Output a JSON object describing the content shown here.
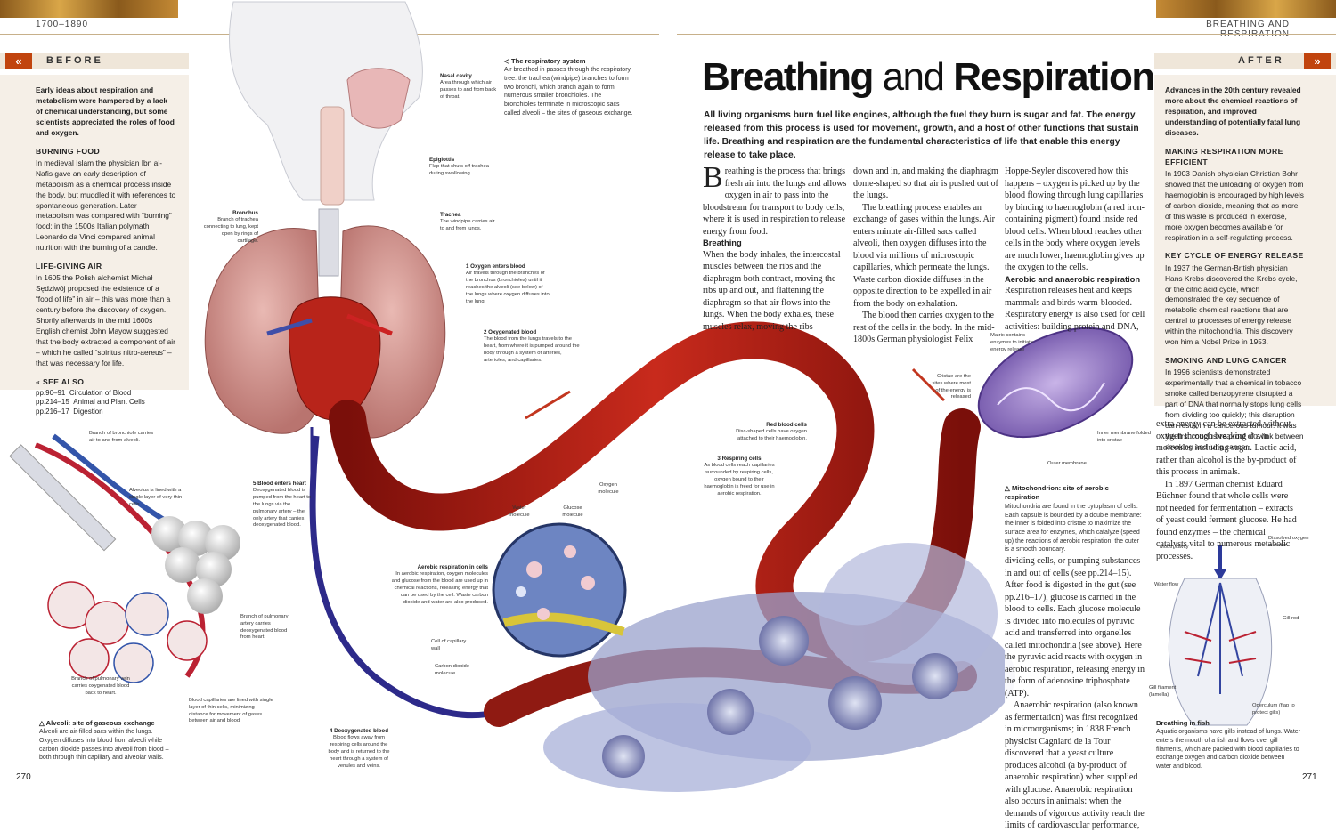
{
  "header": {
    "left_period": "1700–1890",
    "right_section": "BREATHING AND RESPIRATION"
  },
  "before": {
    "label": "BEFORE",
    "intro": "Early ideas about respiration and metabolism were hampered by a lack of chemical understanding, but some scientists appreciated the roles of food and oxygen.",
    "s1_heading": "BURNING FOOD",
    "s1_text": "In medieval Islam the physician Ibn al-Nafis gave an early description of metabolism as a chemical process inside the body, but muddled it with references to spontaneous generation. Later metabolism was compared with “burning” food: in the 1500s Italian polymath Leonardo da Vinci compared animal nutrition with the burning of a candle.",
    "s2_heading": "LIFE-GIVING AIR",
    "s2_text": "In 1605 the Polish alchemist Michał Sędziwój proposed the existence of a “food of life” in air – this was more than a century before the discovery of oxygen. Shortly afterwards in the mid 1600s English chemist John Mayow suggested that the body extracted a component of air – which he called “spiritus nitro-aereus” – that was necessary for life.",
    "see_also_heading": "SEE ALSO",
    "see_also": [
      {
        "pages": "pp.90–91",
        "title": "Circulation of Blood"
      },
      {
        "pages": "pp.214–15",
        "title": "Animal and Plant Cells"
      },
      {
        "pages": "pp.216–17",
        "title": "Digestion"
      }
    ]
  },
  "after": {
    "label": "AFTER",
    "intro": "Advances in the 20th century revealed more about the chemical reactions of respiration, and improved understanding of potentially fatal lung diseases.",
    "s1_heading": "MAKING RESPIRATION MORE EFFICIENT",
    "s1_text": "In 1903 Danish physician Christian Bohr showed that the unloading of oxygen from haemoglobin is encouraged by high levels of carbon dioxide, meaning that as more of this waste is produced in exercise, more oxygen becomes available for respiration in a self-regulating process.",
    "s2_heading": "KEY CYCLE OF ENERGY RELEASE",
    "s2_text": "In 1937 the German-British physician Hans Krebs discovered the Krebs cycle, or the citric acid cycle, which demonstrated the key sequence of metabolic chemical reactions that are central to processes of energy release within the mitochondria. This discovery won him a Nobel Prize in 1953.",
    "s3_heading": "SMOKING AND LUNG CANCER",
    "s3_text": "In 1996 scientists demonstrated experimentally that a chemical in tobacco smoke called benzopyrene disrupted a part of DNA that normally stops lung cells from dividing too quickly; this disruption can result in a cancerous tumour. It was the first conclusive proof of a link between smoking and lung cancer."
  },
  "article": {
    "title_a": "Breathing",
    "title_and": " and ",
    "title_b": "Respiration",
    "lead": "All living organisms burn fuel like engines, although the fuel they burn is sugar and fat. The energy released from this process is used for movement, growth, and a host of other functions that sustain life. Breathing and respiration are the fundamental characteristics of life that enable this energy release to take place.",
    "dropcap": "B",
    "col1_p1": "reathing is the process that brings fresh air into the lungs and allows oxygen in air to pass into the bloodstream for transport to body cells, where it is used in respiration to release energy from food.",
    "col1_sub": "Breathing",
    "col1_p2": "When the body inhales, the intercostal muscles between the ribs and the diaphragm both contract, moving the ribs up and out, and flattening the diaphragm so that air flows into the lungs. When the body exhales, these muscles relax, moving the ribs",
    "col2_p1": "down and in, and making the diaphragm dome-shaped so that air is pushed out of the lungs.",
    "col2_p2": "The breathing process enables an exchange of gases within the lungs. Air enters minute air-filled sacs called alveoli, then oxygen diffuses into the blood via millions of microscopic capillaries, which permeate the lungs. Waste carbon dioxide diffuses in the opposite direction to be expelled in air from the body on exhalation.",
    "col2_p3": "The blood then carries oxygen to the rest of the cells in the body. In the mid-1800s German physiologist Felix",
    "col3_p1": "Hoppe-Seyler discovered how this happens – oxygen is picked up by the blood flowing through lung capillaries by binding to haemoglobin (a red iron-containing pigment) found inside red blood cells. When blood reaches other cells in the body where oxygen levels are much lower, haemoglobin gives up the oxygen to the cells.",
    "col3_sub": "Aerobic and anaerobic respiration",
    "col3_p2": "Respiration releases heat and keeps mammals and birds warm-blooded. Respiratory energy is also used for cell activities: building protein and DNA,",
    "col4_p1": "dividing cells, or pumping substances in and out of cells (see pp.214–15). After food is digested in the gut (see pp.216–17), glucose is carried in the blood to cells. Each glucose molecule is divided into molecules of pyruvic acid and transferred into organelles called mitochondria (see above). Here the pyruvic acid reacts with oxygen in aerobic respiration, releasing energy in the form of adenosine triphosphate (ATP).",
    "col4_p2": "Anaerobic respiration (also known as fermentation) was first recognized in microorganisms; in 1838 French physicist Cagniard de la Tour discovered that a yeast culture produces alcohol (a by-product of anaerobic respiration) when supplied with glucose. Anaerobic respiration also occurs in animals: when the demands of vigorous activity reach the limits of cardiovascular performance,",
    "col5_p1": "extra energy can be extracted without oxygen through breaking down molecules including sugar. Lactic acid, rather than alcohol is the by-product of this process in animals.",
    "col5_p2": "In 1897 German chemist Eduard Büchner found that whole cells were not needed for fermentation – extracts of yeast could ferment glucose. He had found enzymes – the chemical catalysts vital to numerous metabolic processes."
  },
  "captions": {
    "resp_title": "◁ The respiratory system",
    "resp_text": "Air breathed in passes through the respiratory tree: the trachea (windpipe) branches to form two bronchi, which branch again to form numerous smaller bronchioles. The bronchioles terminate in microscopic sacs called alveoli – the sites of gaseous exchange.",
    "nasal_title": "Nasal cavity",
    "nasal_text": "Area through which air passes to and from back of throat.",
    "epi_title": "Epiglottis",
    "epi_text": "Flap that shuts off trachea during swallowing.",
    "trachea_title": "Trachea",
    "trachea_text": "The windpipe carries air to and from lungs.",
    "bronchus_title": "Bronchus",
    "bronchus_text": "Branch of trachea connecting to lung, kept open by rings of cartilage.",
    "oxy_title": "1 Oxygen enters blood",
    "oxy_text": "Air travels through the branches of the bronchus (bronchioles) until it reaches the alveoli (see below) of the lungs where oxygen diffuses into the lung.",
    "oxyblood_title": "2 Oxygenated blood",
    "oxyblood_text": "The blood from the lungs travels to the heart, from where it is pumped around the body through a system of arteries, arterioles, and capillaries.",
    "rbc_title": "Red blood cells",
    "rbc_text": "Disc-shaped cells have oxygen attached to their haemoglobin.",
    "respiring_title": "3 Respiring cells",
    "respiring_text": "As blood cells reach capillaries surrounded by respiring cells, oxygen bound to their haemoglobin is freed for use in aerobic respiration.",
    "heart_title": "5 Blood enters heart",
    "heart_text": "Deoxygenated blood is pumped from the heart to the lungs via the pulmonary artery – the only artery that carries deoxygenated blood.",
    "bronchiole_text": "Branch of bronchiole carries air to and from alveoli.",
    "alveolus_text": "Alveolus is lined with a single layer of very thin cells.",
    "artery_text": "Branch of pulmonary artery carries deoxygenated blood from heart.",
    "vein_text": "Branch of pulmonary vein carries oxygenated blood back to heart.",
    "capillaries_text": "Blood capillaries are lined with single layer of thin cells, minimizing distance for movement of gases between air and blood",
    "alveoli_title": "△ Alveoli: site of gaseous exchange",
    "alveoli_text": "Alveoli are air-filled sacs within the lungs. Oxygen diffuses into blood from alveoli while carbon dioxide passes into alveoli from blood – both through thin capillary and alveolar walls.",
    "water_text": "Water molecule",
    "glucose_text": "Glucose molecule",
    "oxygen_text": "Oxygen molecule",
    "aerobic_title": "Aerobic respiration in cells",
    "aerobic_text": "In aerobic respiration, oxygen molecules and glucose from the blood are used up in chemical reactions, releasing energy that can be used by the cell. Waste carbon dioxide and water are also produced.",
    "cellwall_text": "Cell of capillary wall",
    "co2_text": "Carbon dioxide molecule",
    "deoxy_title": "4 Deoxygenated blood",
    "deoxy_text": "Blood flows away from respiring cells around the body and is returned to the heart through a system of venules and veins.",
    "matrix_text": "Matrix contains enzymes to initiate energy release",
    "cristae_text": "Cristae are the sites where most of the energy is released",
    "innermem_text": "Inner membrane folded into cristae",
    "outermem_text": "Outer membrane",
    "mito_title": "△ Mitochondrion: site of aerobic respiration",
    "mito_text": "Mitochondria are found in the cytoplasm of cells. Each capsule is bounded by a double membrane: the inner is folded into cristae to maximize the surface area for enzymes, which catalyze (speed up) the reactions of aerobic respiration; the outer is a smooth boundary.",
    "mouth_text": "Mouth cavity",
    "dissolved_text": "Dissolved oxygen in water",
    "waterflow_text": "Water flow",
    "gillrod_text": "Gill rod",
    "filament_text": "Gill filament (lamella)",
    "operculum_text": "Operculum (flap to protect gills)",
    "fish_title": "Breathing in fish",
    "fish_text": "Aquatic organisms have gills instead of lungs. Water enters the mouth of a fish and flows over gill filaments, which are packed with blood capillaries to exchange oxygen and carbon dioxide between water and blood."
  },
  "footer": {
    "left_page": "270",
    "right_page": "271"
  }
}
